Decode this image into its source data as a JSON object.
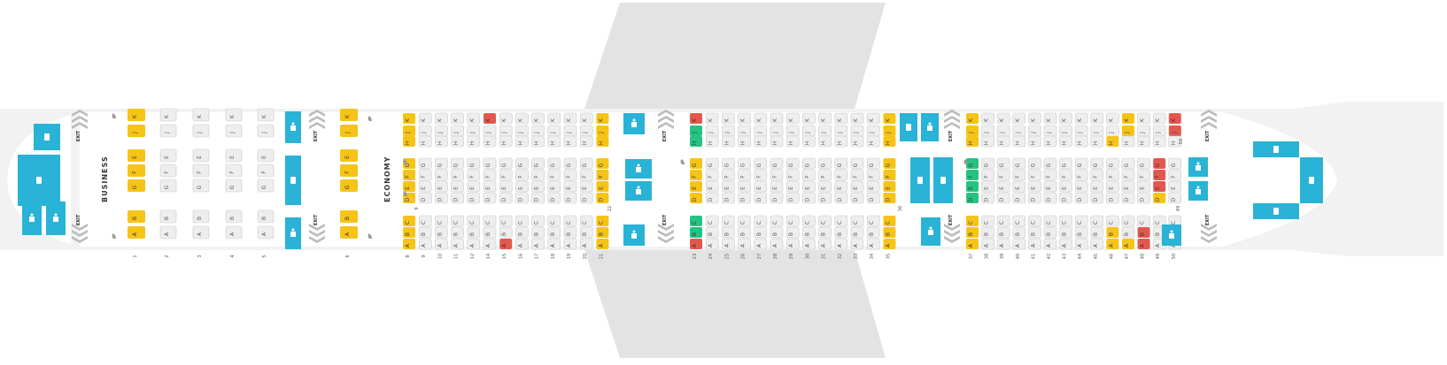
{
  "cabins": [
    {
      "label": "BUSINESS"
    },
    {
      "label": "ECONOMY"
    }
  ],
  "exit_label": "EXIT",
  "colors": {
    "available": "#f6c417",
    "standard": "#eeeeee",
    "blocked": "#e2584f",
    "extra_legroom": "#27c281",
    "facility": "#29b3d6",
    "wing": "#e3e3e3",
    "fuselage": "#f2f2f2",
    "chevron": "#bbbbbb"
  },
  "icons": {
    "lavatory": "lavatory-icon",
    "galley": "galley-icon",
    "exit": "exit-chevron-icon",
    "bassinet": "bassinet-icon"
  },
  "business": {
    "rows": [
      {
        "num": "1",
        "seats": {
          "K": "available",
          "J": "available",
          "E": "available",
          "F": "available",
          "G": "available",
          "B": "available",
          "A": "available"
        }
      },
      {
        "num": "2",
        "seats": {
          "K": "standard",
          "J": "standard",
          "E": "standard",
          "F": "standard",
          "G": "standard",
          "B": "standard",
          "A": "standard"
        }
      },
      {
        "num": "3",
        "seats": {
          "K": "standard",
          "J": "standard",
          "E": "standard",
          "F": "standard",
          "G": "standard",
          "B": "standard",
          "A": "standard"
        }
      },
      {
        "num": "4",
        "seats": {
          "K": "standard",
          "J": "standard",
          "E": "standard",
          "F": "standard",
          "G": "standard",
          "B": "standard",
          "A": "standard"
        }
      },
      {
        "num": "5",
        "seats": {
          "K": "standard",
          "J": "standard",
          "E": "standard",
          "F": "standard",
          "G": "standard",
          "B": "standard",
          "A": "standard"
        }
      },
      {
        "num": "6",
        "seats": {
          "K": "available",
          "J": "available",
          "E": "available",
          "F": "available",
          "G": "available",
          "B": "available",
          "A": "available"
        }
      }
    ]
  },
  "economy": {
    "letters_top": [
      "K",
      "J",
      "H"
    ],
    "letters_mid": [
      "G",
      "F",
      "E",
      "D"
    ],
    "letters_bot": [
      "C",
      "B",
      "A"
    ],
    "sections": [
      {
        "rows": [
          "8",
          "9",
          "10",
          "11",
          "12",
          "14",
          "15",
          "16",
          "17",
          "18",
          "19",
          "20",
          "21"
        ]
      },
      {
        "rows": [
          "23",
          "24",
          "25",
          "26",
          "27",
          "28",
          "29",
          "30",
          "31",
          "32",
          "33",
          "34",
          "35"
        ]
      },
      {
        "rows": [
          "37",
          "38",
          "39",
          "40",
          "41",
          "42",
          "43",
          "44",
          "45",
          "46",
          "47",
          "48",
          "49",
          "50"
        ]
      }
    ],
    "printed_rows": [
      "9",
      "22",
      "36",
      "49",
      "50"
    ],
    "highlight": {
      "8": {
        "all": "available"
      },
      "14": {
        "K": "blocked"
      },
      "15": {
        "A": "blocked"
      },
      "21": {
        "all": "available"
      },
      "23": {
        "K": "blocked",
        "J": "extra_legroom",
        "H": "extra_legroom",
        "G": "available",
        "F": "available",
        "E": "available",
        "D": "available",
        "C": "extra_legroom",
        "B": "extra_legroom",
        "A": "blocked"
      },
      "35": {
        "all": "available"
      },
      "37": {
        "K": "available",
        "J": "available",
        "H": "available",
        "G": "extra_legroom",
        "F": "extra_legroom",
        "E": "extra_legroom",
        "D": "extra_legroom",
        "C": "available",
        "B": "available",
        "A": "available"
      },
      "46": {
        "H": "available",
        "B": "available",
        "A": "available"
      },
      "47": {
        "K": "available",
        "J": "available",
        "A": "available"
      },
      "48": {
        "B": "blocked",
        "A": "blocked"
      },
      "49": {
        "G": "blocked",
        "F": "blocked",
        "E": "blocked",
        "D": "available"
      },
      "50": {
        "K": "blocked",
        "J": "blocked"
      }
    }
  }
}
